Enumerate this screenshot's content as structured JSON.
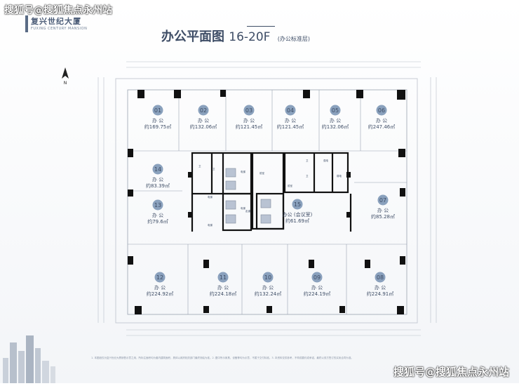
{
  "watermark_top": "搜狐号@搜狐焦点永州站",
  "watermark_bottom": "搜狐号@搜狐焦点永州站",
  "logo": {
    "name": "复兴世纪大厦",
    "sub": "FUXING CENTURY MANSION"
  },
  "title": {
    "main": "办公平面图",
    "floors": "16-20F",
    "note": "(办公标准层)"
  },
  "north_label": "N",
  "colors": {
    "bubble": "#8aa1bd",
    "wall": "#111111",
    "text": "#3e4d66"
  },
  "units": [
    {
      "id": "01",
      "type": "办 公",
      "area": "约169.75㎡"
    },
    {
      "id": "02",
      "type": "办 公",
      "area": "约132.06㎡"
    },
    {
      "id": "03",
      "type": "办 公",
      "area": "约121.45㎡"
    },
    {
      "id": "04",
      "type": "办 公",
      "area": "约121.45㎡"
    },
    {
      "id": "05",
      "type": "办 公",
      "area": "约132.06㎡"
    },
    {
      "id": "06",
      "type": "办 公",
      "area": "约247.46㎡"
    },
    {
      "id": "14",
      "type": "办 公",
      "area": "约83.39㎡"
    },
    {
      "id": "13",
      "type": "办 公",
      "area": "约79.6㎡"
    },
    {
      "id": "15",
      "type": "办公 (会议室)",
      "area": "约61.69㎡"
    },
    {
      "id": "07",
      "type": "办 公",
      "area": "约85.28㎡"
    },
    {
      "id": "12",
      "type": "办 公",
      "area": "约224.92㎡"
    },
    {
      "id": "11",
      "type": "办 公",
      "area": "约224.18㎡"
    },
    {
      "id": "10",
      "type": "办 公",
      "area": "约132.24㎡"
    },
    {
      "id": "09",
      "type": "办 公",
      "area": "约224.19㎡"
    },
    {
      "id": "08",
      "type": "办 公",
      "area": "约224.91㎡"
    }
  ],
  "core_labels": [
    "卫",
    "卫",
    "电梯",
    "电梯",
    "前室",
    "走道",
    "卫",
    "卫",
    "前室",
    "强电",
    "弱电",
    "电梯",
    "电梯"
  ],
  "footer_text": "1. 本图纸仅为复兴世纪大厦销售示意之用，所标注面积均为套内建筑面积，具体以政府相关部门最终测绘为准。2. 图中所示家具、设备等均为示意，不属于交付标准。3. 本资料仅供参考，不构成要约或承诺，最终以双方签订的买卖合同为准。"
}
